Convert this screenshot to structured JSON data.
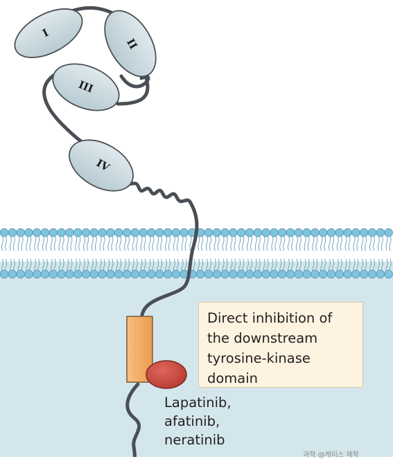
{
  "domains": [
    "I",
    "II",
    "III",
    "IV"
  ],
  "callout": {
    "lines": [
      "Direct inhibition of",
      "the downstream",
      "tyrosine-kinase",
      "domain"
    ]
  },
  "drugs": {
    "lines": [
      "Lapatinib,",
      "afatinib,",
      "neratinib"
    ]
  },
  "credit": "과학 @케이스 제작",
  "colors": {
    "domain_fill": "#c9d8de",
    "cytoplasm": "#cfe3ea",
    "membrane_blue": "#7fc3dc",
    "kinase_box": "#f0a860",
    "drug_ellipse": "#c9483e"
  }
}
